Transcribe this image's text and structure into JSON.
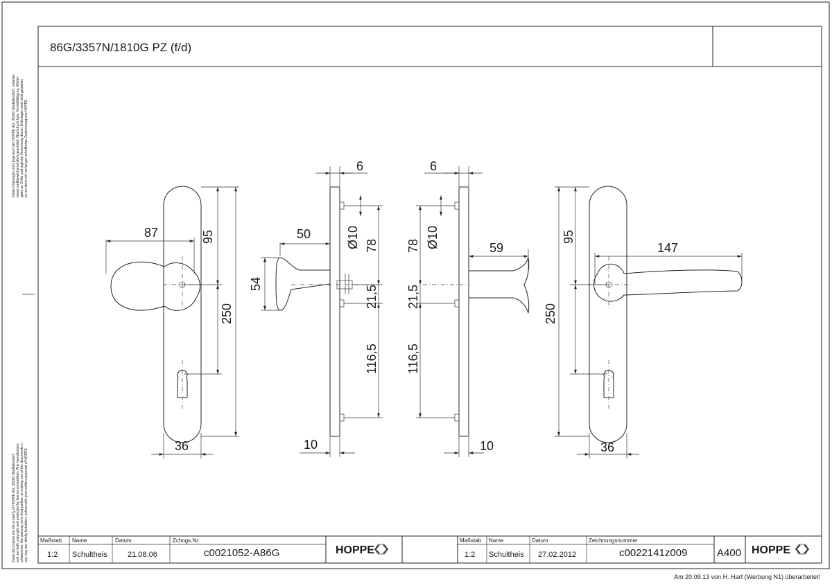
{
  "title": "86G/3357N/1810G PZ (f/d)",
  "copyright_de": [
    "Diese Unterlagen sind Eigentum der HOPPE AG, 35260 Stadtallendorf, unbeste-",
    "sowie wettbewerbsrechtlich geschützt. Nachdruck bzw. Vervielfältigung, Weiter-",
    "gabe an Dritte und jegliche Verwertung dieser Unterlagen sind nicht gestattet,",
    "es sei denn mit vorheriger schriftlicher Zustimmung von HOPPE"
  ],
  "copyright_en": [
    "these documents are the property of HOPPE AG, 35260 Stadtallendorf,",
    "and are both copyright and protected by law on competition. Any reproduction",
    "whatsoever, the passing on to third parties, or making use of the documents in",
    "any way are strictly forbidden, unless with prior written approval of HOPPE"
  ],
  "dimensions": {
    "rosette_width_top": "87",
    "rosette_width_bottom": "36",
    "knob_to_spindle": "95",
    "plate_length": "250",
    "knob_projection": "50",
    "knob_diameter": "54",
    "plate_thickness_left": "10",
    "offset_left": "6",
    "hole_diameter_left": "Ø10",
    "spacing_78_left": "78",
    "spacing_21_left": "21,5",
    "spacing_116_left": "116,5",
    "offset_right": "6",
    "hole_diameter_right": "Ø10",
    "spacing_78_right": "78",
    "spacing_21_right": "21,5",
    "spacing_116_right": "116,5",
    "lever_projection": "59",
    "plate_thickness_right": "10",
    "lever_length": "147",
    "lever_to_spindle": "95",
    "plate_length_right": "250",
    "rosette_width_right": "36"
  },
  "title_block_left": {
    "scale_label": "Maßstab",
    "scale": "1:2",
    "name_label": "Name",
    "name": "Schultheis",
    "date_label": "Datum",
    "date": "21.08.06",
    "drawing_label": "Zchngs.Nr:",
    "drawing_no": "c0021052-A86G",
    "logo": "HOPPE"
  },
  "title_block_right": {
    "scale_label": "Maßstab",
    "scale": "1:2",
    "name_label": "Name",
    "name": "Schultheis",
    "date_label": "Datum",
    "date": "27.02.2012",
    "drawing_label": "Zeichnungsnummer",
    "drawing_no": "c0022141z009",
    "format": "A400",
    "logo": "HOPPE"
  },
  "footer_note": "Am 20.09.13 von H. Harf (Werbung N1) überarbeitet!"
}
